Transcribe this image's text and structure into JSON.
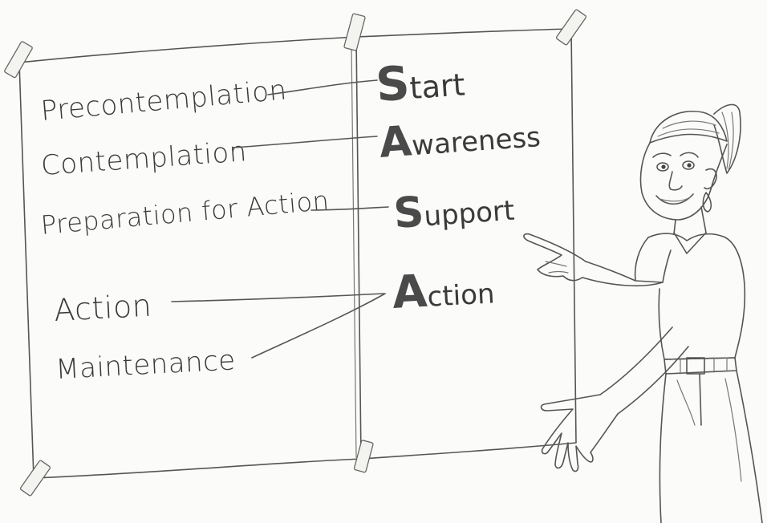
{
  "left_column": [
    "Precontemplation",
    "Contemplation",
    "Preparation for Action",
    "Action",
    "Maintenance"
  ],
  "right_column": [
    {
      "initial": "S",
      "rest": "tart"
    },
    {
      "initial": "A",
      "rest": "wareness"
    },
    {
      "initial": "S",
      "rest": "upport"
    },
    {
      "initial": "A",
      "rest": "ction"
    }
  ]
}
